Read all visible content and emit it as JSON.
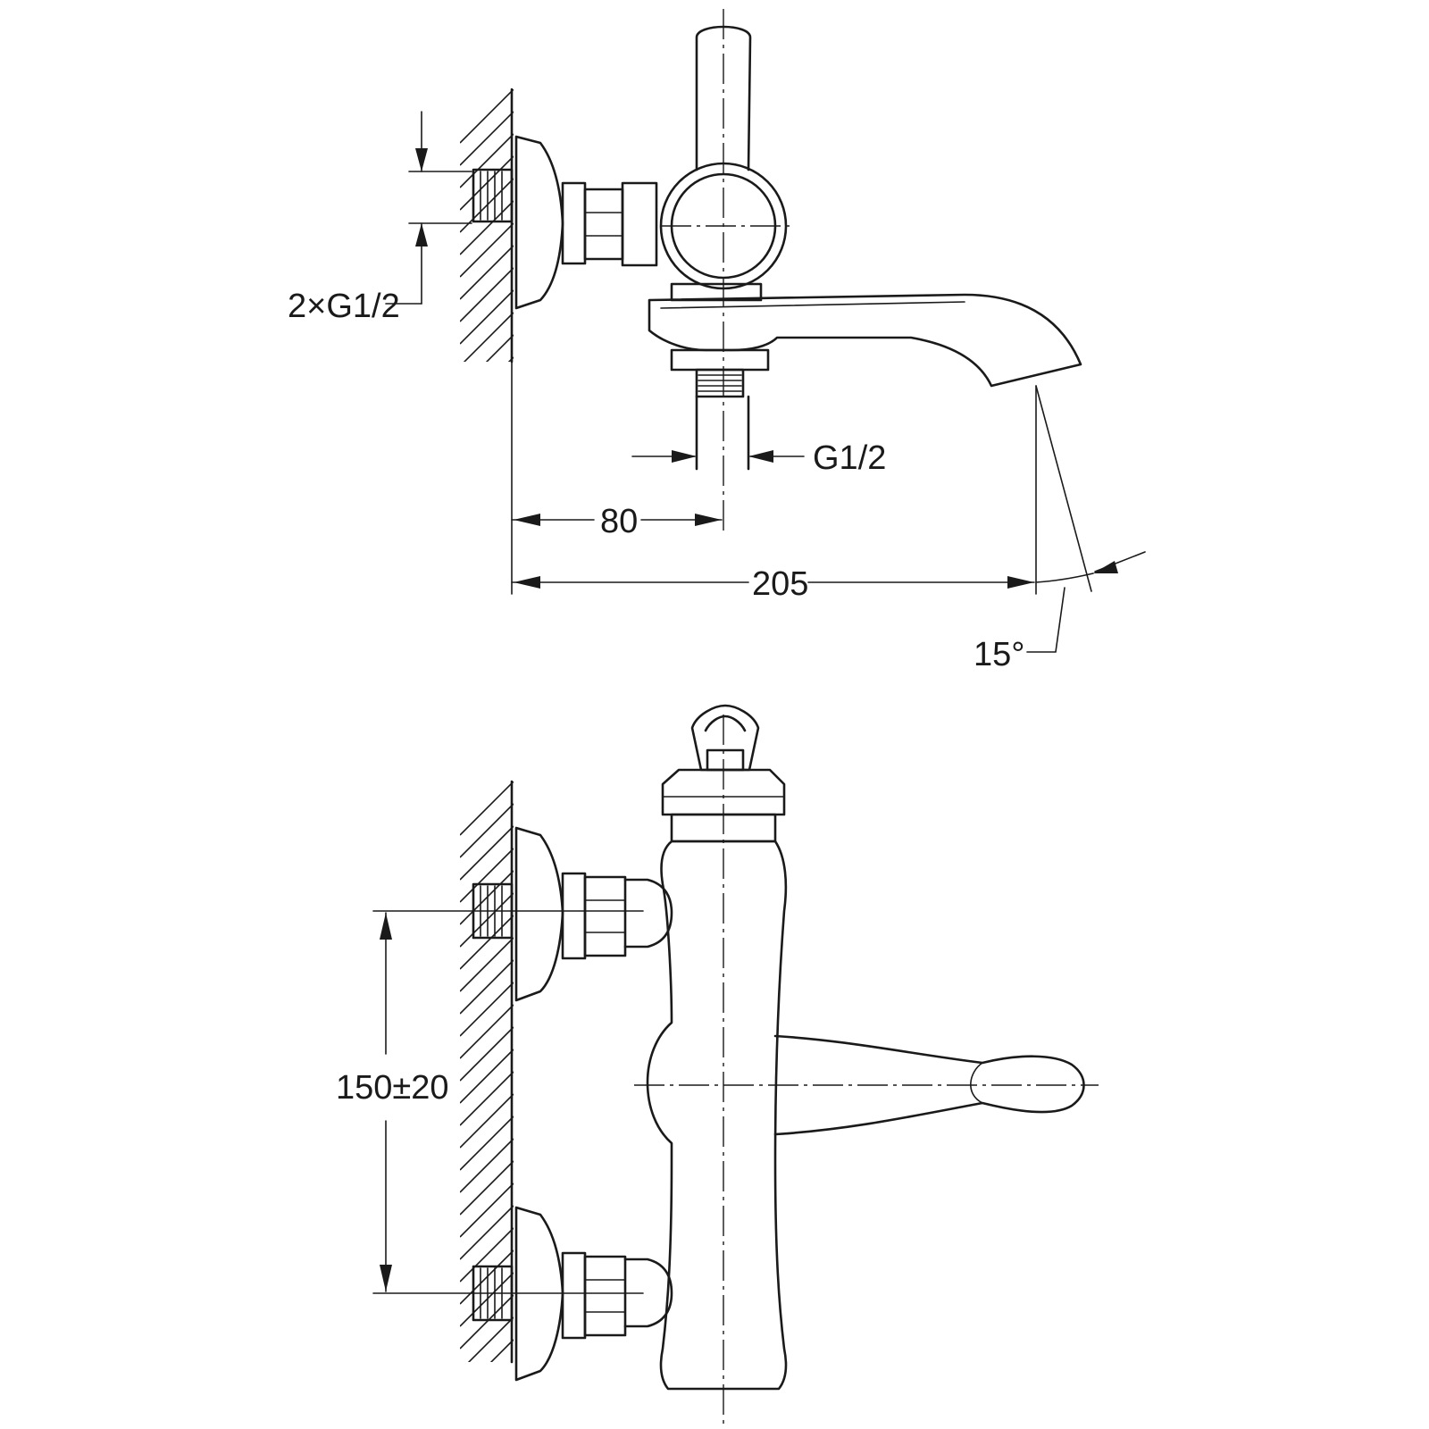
{
  "side_view": {
    "inlet_thread_label": "2×G1/2",
    "outlet_thread_label": "G1/2",
    "dim_wall_to_axis": "80",
    "dim_wall_to_spout": "205",
    "dim_spout_angle": "15°"
  },
  "front_view": {
    "dim_inlet_spacing": "150±20"
  }
}
